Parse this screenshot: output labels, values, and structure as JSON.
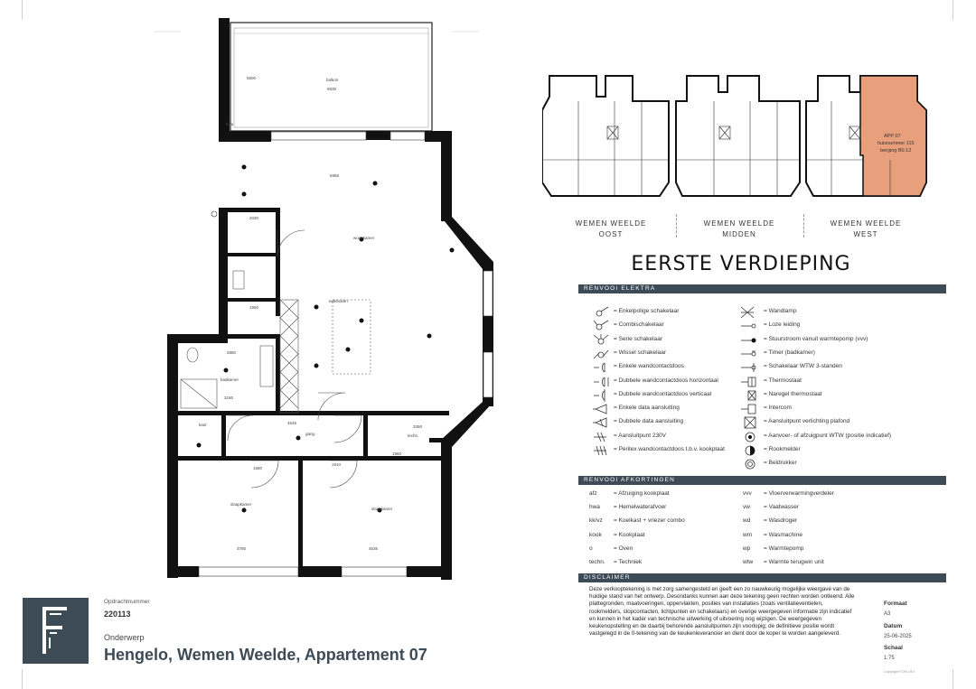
{
  "floor_title": "EERSTE VERDIEPING",
  "overview": {
    "wings": [
      {
        "line1": "WEMEN WEELDE",
        "line2": "OOST"
      },
      {
        "line1": "WEMEN WEELDE",
        "line2": "MIDDEN"
      },
      {
        "line1": "WEMEN WEELDE",
        "line2": "WEST"
      }
    ],
    "unit": {
      "name": "APP 07",
      "house": "huisnummer 115",
      "storage": "berging B0.12"
    },
    "highlight_color": "#e8a07c"
  },
  "plan": {
    "rooms": [
      "balkon",
      "woonkamer",
      "eetkeuken",
      "badkamer",
      "gang",
      "kast",
      "techn.",
      "slaapkamer",
      "slaapkamer",
      "hwa"
    ],
    "dims": [
      "6935",
      "5955",
      "5500",
      "2030",
      "1950",
      "2880",
      "3180",
      "4545",
      "3350",
      "1960",
      "3785",
      "4535",
      "1910",
      "1680"
    ]
  },
  "sections": {
    "elektra": "RENVOOI ELEKTRA",
    "afkortingen": "RENVOOI AFKORTINGEN",
    "disclaimer": "DISCLAIMER"
  },
  "elektra_left": [
    "= Enkelpolige schakelaar",
    "= Combischakelaar",
    "= Serie schakelaar",
    "= Wissel schakelaar",
    "= Enkele wandcontactdoos",
    "= Dubbele wandcontactdoos horizontaal",
    "= Dubbele wandcontactdoos verticaal",
    "= Enkele data aansluiting",
    "= Dubbele data aansluiting",
    "= Aansluitpunt 230V",
    "= Perilex wandcontactdoos t.b.v. kookplaat"
  ],
  "elektra_right": [
    "= Wandlamp",
    "= Loze leiding",
    "= Stuurstroom vanuit warmtepomp (vvv)",
    "= Timer (badkamer)",
    "= Schakelaar WTW 3-standen",
    "= Thermostaat",
    "= Naregel thermostaat",
    "= Intercom",
    "= Aansluitpunt verlichting plafond",
    "= Aanvoer- of afzuigpunt WTW (positie indicatief)",
    "= Rookmelder",
    "= Beldrukker"
  ],
  "abbreviations_left": [
    {
      "code": "afz",
      "desc": "= Afzuiging kookplaat"
    },
    {
      "code": "hwa",
      "desc": "= Hemelwaterafvoer"
    },
    {
      "code": "kk/vz",
      "desc": "= Koelkast + vriezer combo"
    },
    {
      "code": "kook",
      "desc": "= Kookplaat"
    },
    {
      "code": "o",
      "desc": "= Oven"
    },
    {
      "code": "techn.",
      "desc": "= Techniek"
    }
  ],
  "abbreviations_right": [
    {
      "code": "vvv",
      "desc": "= Vloerverwarmingverdeler"
    },
    {
      "code": "vw",
      "desc": "= Vaatwasser"
    },
    {
      "code": "wd",
      "desc": "= Wasdroger"
    },
    {
      "code": "wm",
      "desc": "= Wasmachine"
    },
    {
      "code": "wp",
      "desc": "= Warmtepomp"
    },
    {
      "code": "wtw",
      "desc": "= Warmte terugwin unit"
    }
  ],
  "disclaimer": "Deze verkooptekening is met zorg samengesteld en geeft een zo nauwkeurig mogelijke weergave van de huidige stand van het ontwerp. Desondanks kunnen aan deze tekening geen rechten worden ontleend. Alle plattegronden, maatvoeringen, oppervlakten, posities van installaties (zoals ventilatieventielen, rookmelders, stopcontacten, lichtpunten en schakelaars) en overige weergegeven informatie zijn indicatief en kunnen in het kader van technische uitwerking of uitvoering nog wijzigen. De weergegeven keukenopstelling en de daarbij behorende aansluitpunten zijn voorlopig; de definitieve positie wordt vastgelegd in de 0-tekening van de keukenleverancier en dient door de koper te worden aangeleverd.",
  "meta": {
    "format_label": "Formaat",
    "format": "A3",
    "date_label": "Datum",
    "date": "25-06-2025",
    "scale_label": "Schaal",
    "scale": "1:75",
    "copyright": "Copyright FOKU BV"
  },
  "order": {
    "label": "Opdrachtnummer",
    "number": "220113"
  },
  "subject": {
    "label": "Onderwerp",
    "title": "Hengelo, Wemen Weelde, Appartement 07"
  },
  "colors": {
    "brand": "#3d4b57",
    "wall": "#111111"
  }
}
